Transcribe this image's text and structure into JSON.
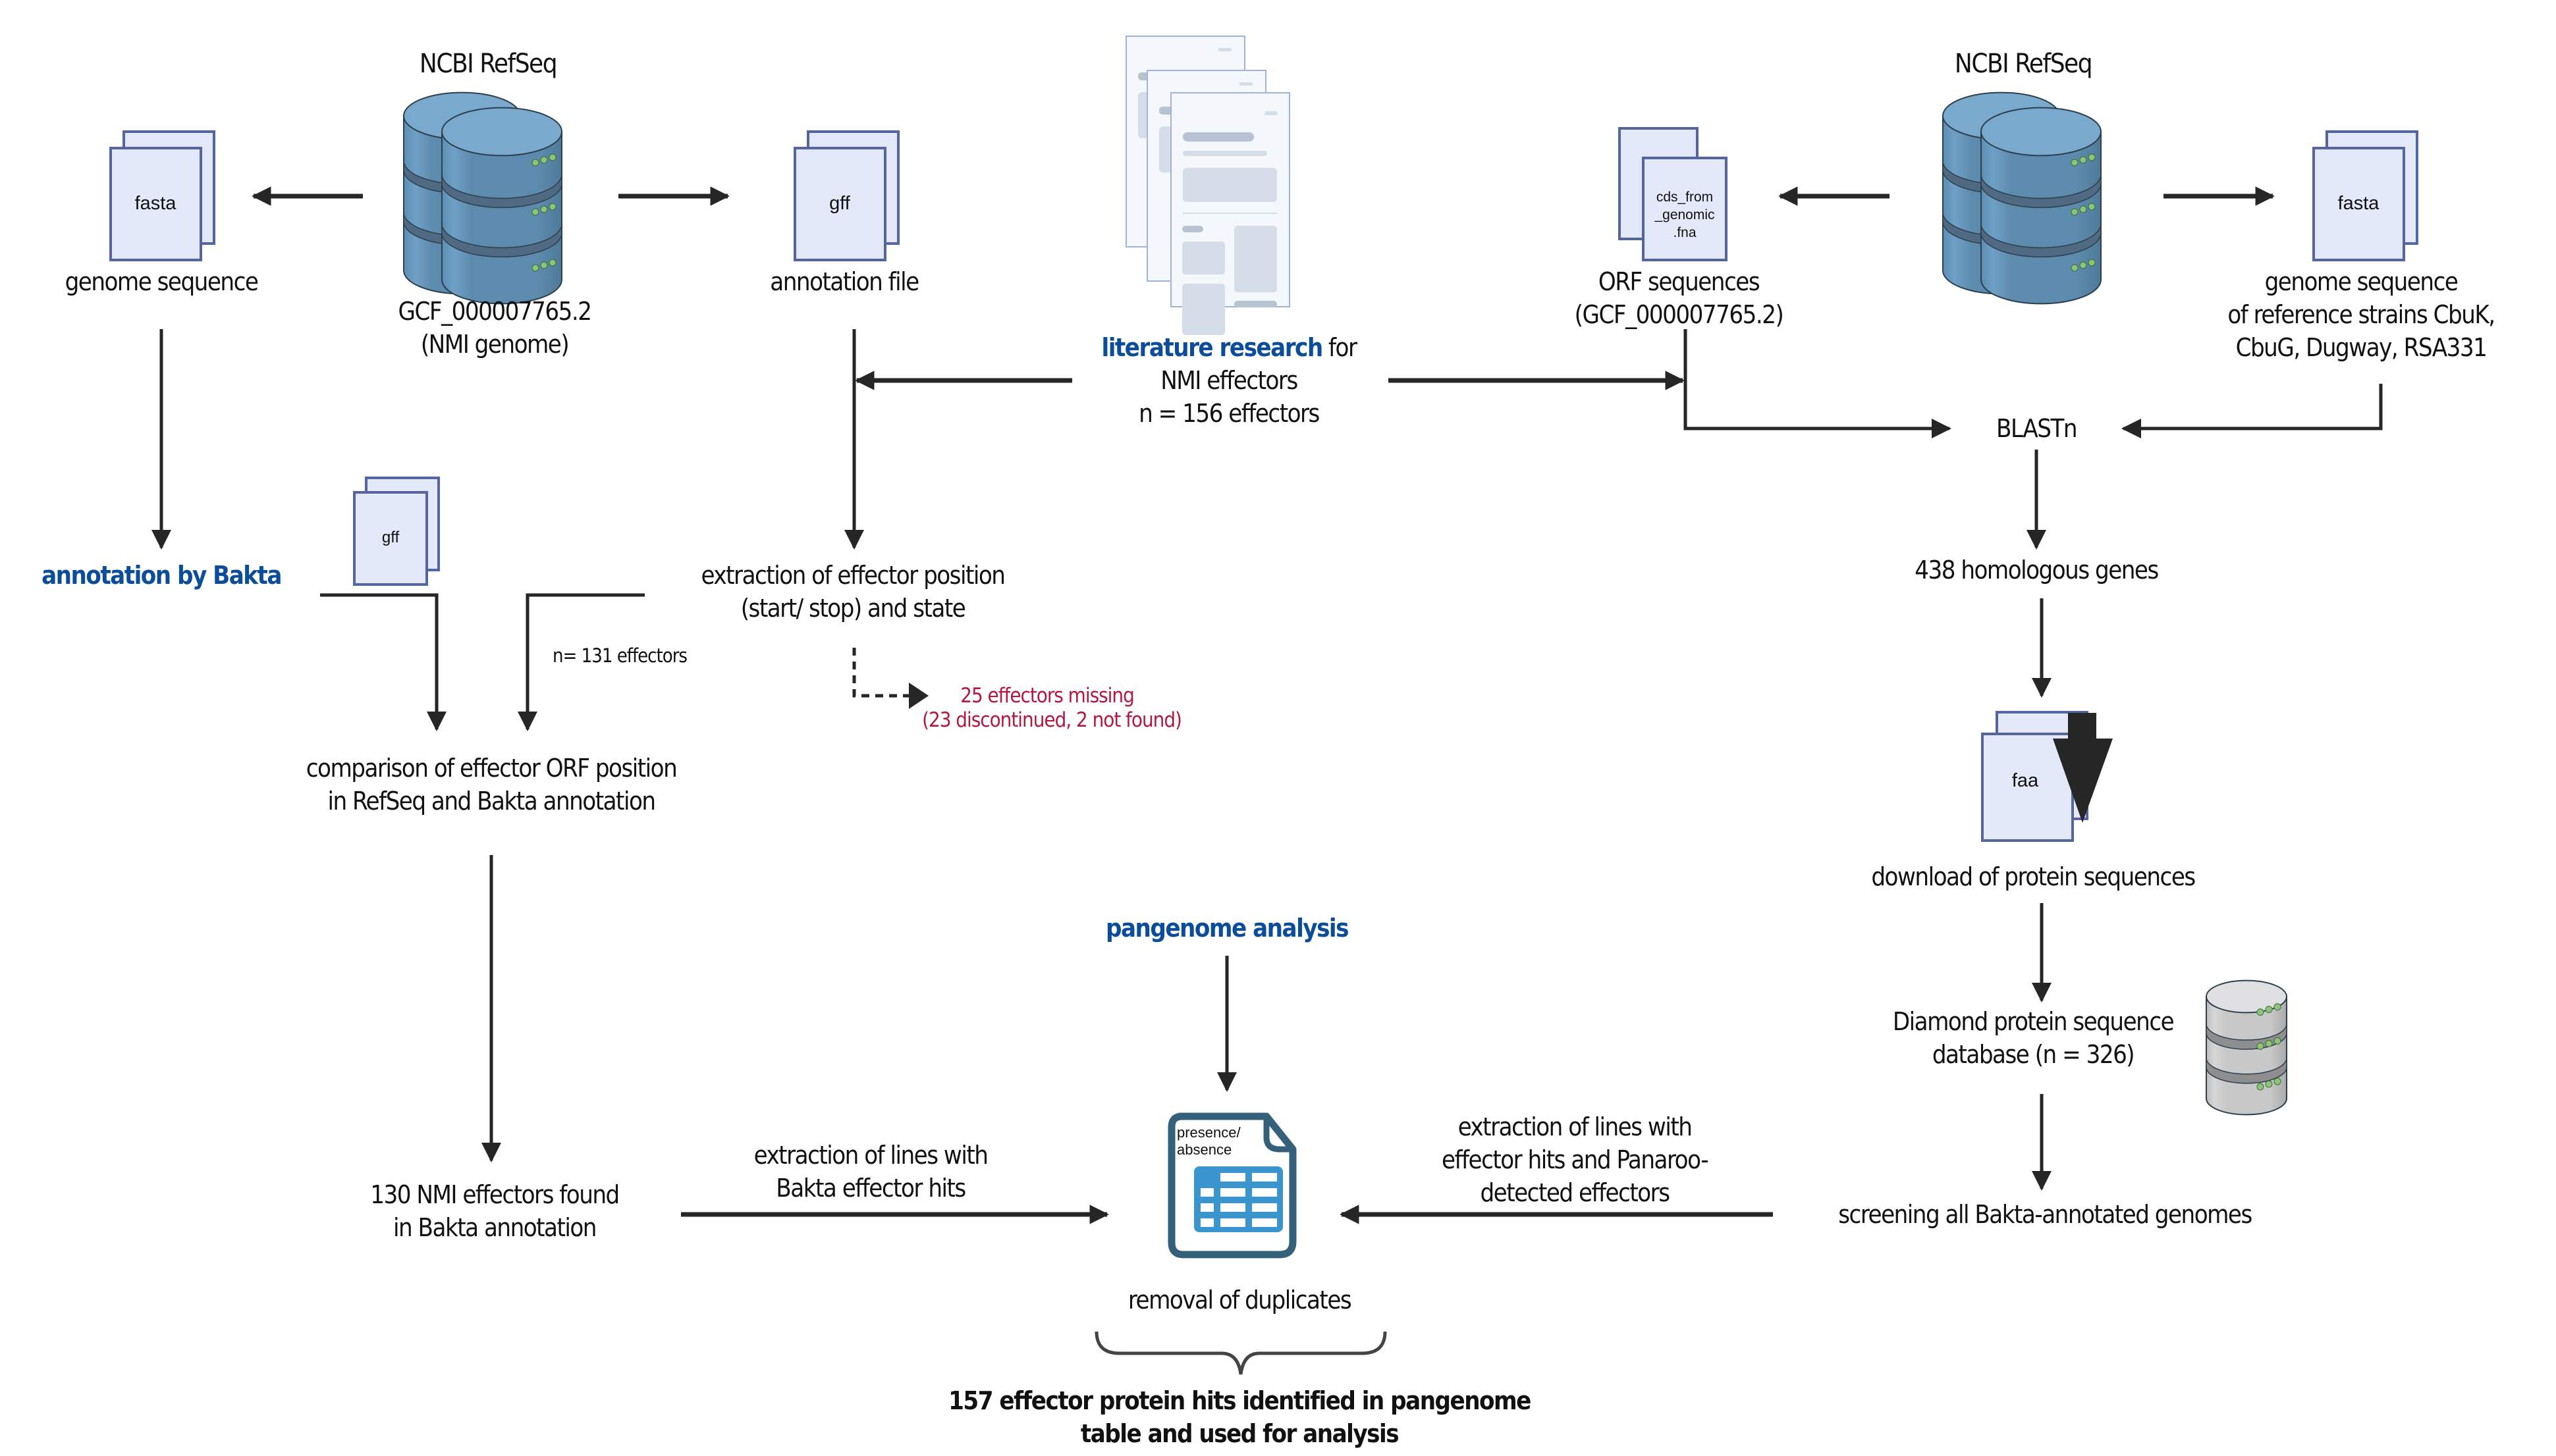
{
  "colors": {
    "accent_blue": "#0b4d9a",
    "missing_red": "#b5173f",
    "arrow": "#262626",
    "file_fill": "#e3e9f8",
    "file_stroke": "#5565a0",
    "db_blue": "#5d8bad",
    "db_grey": "#c8c8c8",
    "table_blue": "#3a95cf",
    "table_frame": "#356079"
  },
  "left_source": {
    "db_title": "NCBI RefSeq",
    "db_icon": "database-icon",
    "db_caption_line1": "GCF_000007765.2",
    "db_caption_line2": "(NMI genome)",
    "fasta_file": {
      "icon": "file-stack-icon",
      "label": "fasta",
      "caption": "genome sequence"
    },
    "gff_file": {
      "icon": "file-stack-icon",
      "label": "gff",
      "caption": "annotation file"
    }
  },
  "literature": {
    "icon": "documents-icon",
    "line1_highlight": "literature research",
    "line1_rest": " for",
    "line2": "NMI effectors",
    "line3": "n = 156 effectors"
  },
  "right_source": {
    "db_title": "NCBI RefSeq",
    "db_icon": "database-icon",
    "orf_file": {
      "icon": "file-stack-icon",
      "label_lines": [
        "cds_from",
        "_genomic",
        ".fna"
      ],
      "caption_line1": "ORF sequences",
      "caption_line2": "(GCF_000007765.2)"
    },
    "fasta_file": {
      "icon": "file-stack-icon",
      "label": "fasta",
      "caption_lines": [
        "genome sequence",
        "of reference strains CbuK,",
        "CbuG, Dugway, RSA331"
      ]
    }
  },
  "left_pipeline": {
    "bakta": "annotation by Bakta",
    "bakta_file_label": "gff",
    "extraction_line1": "extraction of effector position",
    "extraction_line2": "(start/ stop) and state",
    "n_label": "n= 131 effectors",
    "missing_line1": "25 effectors missing",
    "missing_line2": "(23 discontinued, 2 not found)",
    "comparison_line1": "comparison of effector ORF position",
    "comparison_line2": "in RefSeq and Bakta annotation",
    "found_line1": "130 NMI effectors found",
    "found_line2": "in Bakta annotation",
    "extract_lines_line1": "extraction of lines with",
    "extract_lines_line2": "Bakta effector hits"
  },
  "right_pipeline": {
    "blast": "BLASTn",
    "homologous": "438 homologous genes",
    "faa_label": "faa",
    "download": "download of protein sequences",
    "diamond_line1": "Diamond protein sequence",
    "diamond_line2": "database (n = 326)",
    "diamond_icon": "database-icon",
    "screening": "screening all Bakta-annotated genomes",
    "extract_lines_line1": "extraction of lines with",
    "extract_lines_line2": "effector hits and Panaroo-",
    "extract_lines_line3": "detected effectors"
  },
  "center": {
    "pangenome": "pangenome analysis",
    "table_icon": "spreadsheet-icon",
    "table_label_line1": "presence/",
    "table_label_line2": "absence",
    "dedup": "removal of duplicates",
    "result_line1": "157 effector protein hits identified in pangenome",
    "result_line2": "table and used for analysis"
  }
}
